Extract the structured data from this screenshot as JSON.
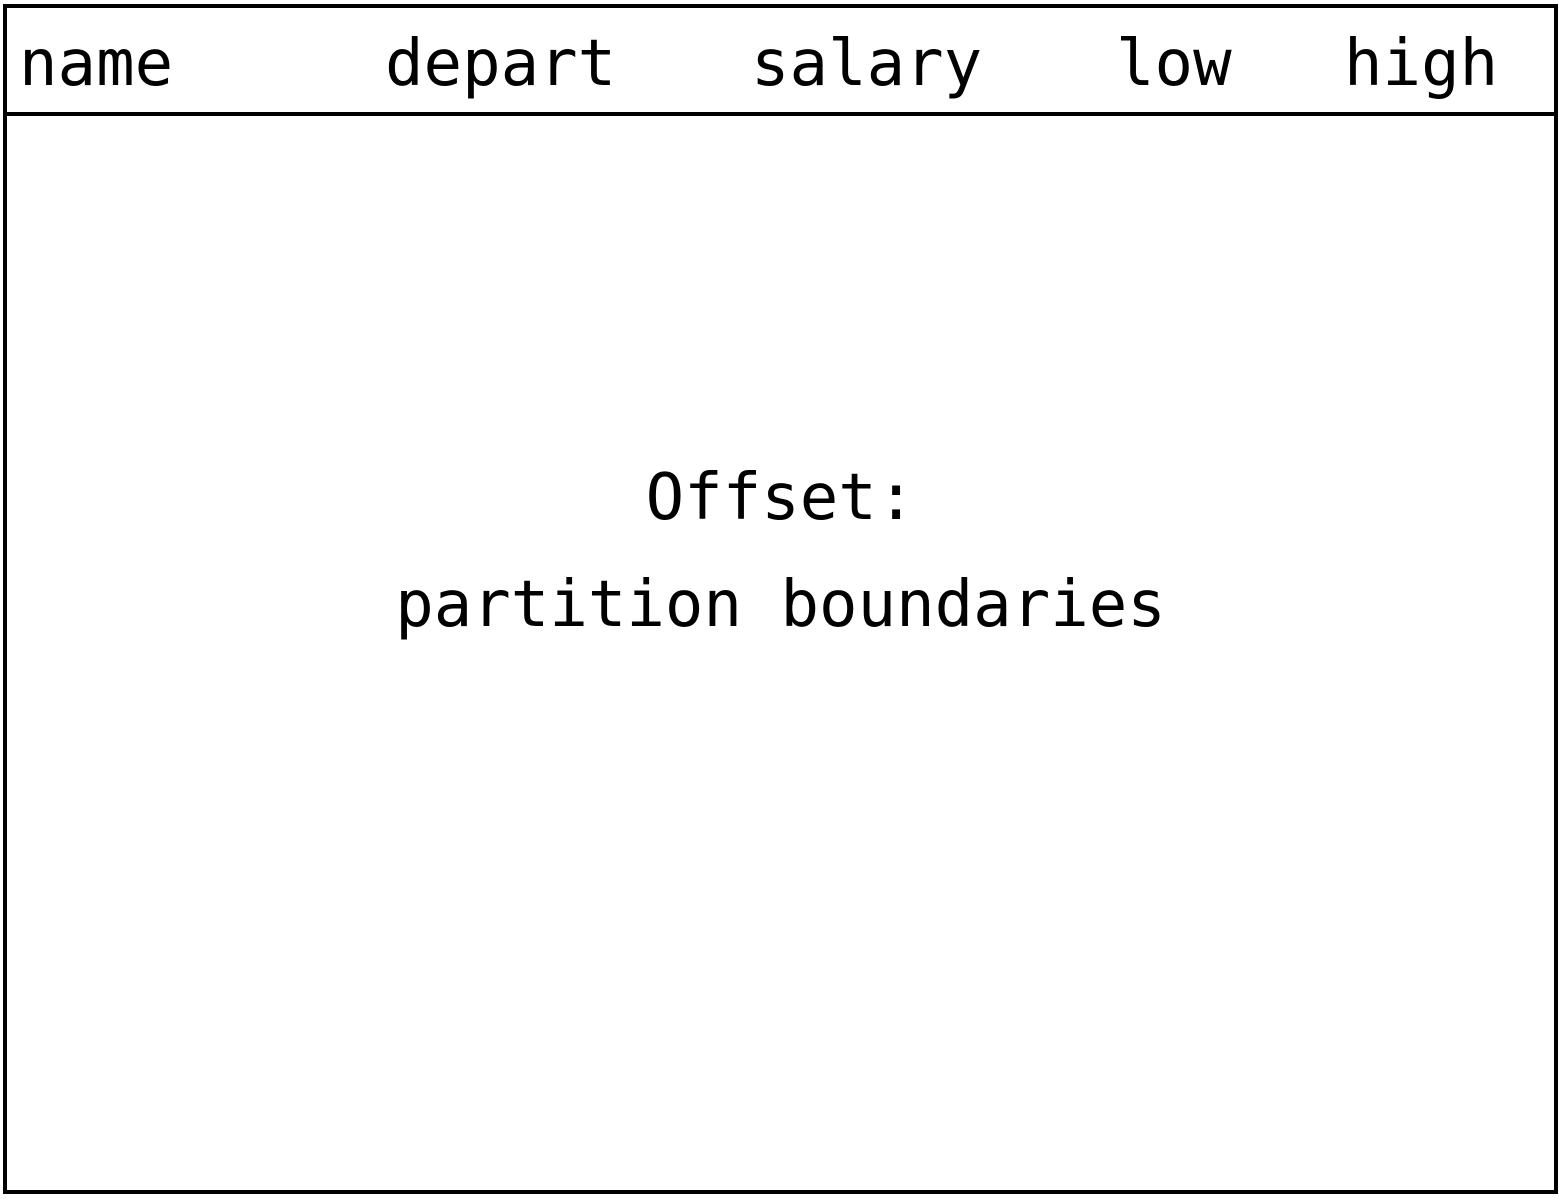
{
  "table": {
    "columns": [
      "name",
      "depart",
      "salary",
      "low",
      "high"
    ]
  },
  "caption": {
    "line1": "Offset:",
    "line2": "partition boundaries"
  }
}
